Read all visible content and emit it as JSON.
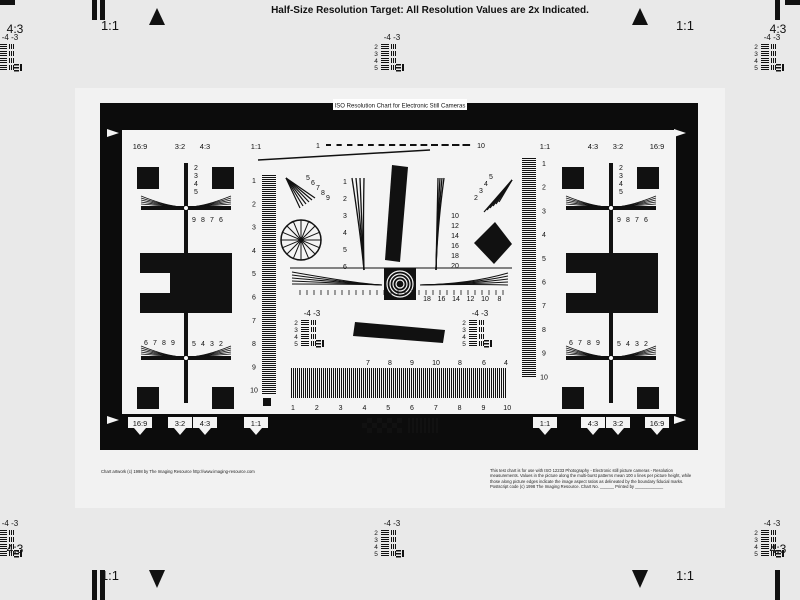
{
  "header_title": "Half-Size Resolution Target: All Resolution Values are 2x Indicated.",
  "ratios": {
    "one_to_one": "1:1",
    "four_three": "4:3",
    "three_two": "3:2",
    "sixteen_nine": "16:9"
  },
  "group_labels": {
    "top": "-4 -3",
    "rows": [
      "2",
      "3",
      "4",
      "5"
    ]
  },
  "chart_title": "ISO Resolution Chart for Electronic Still Cameras",
  "scales": {
    "top_scale": [
      "1",
      "10"
    ],
    "left_vertical": [
      "1",
      "2",
      "3",
      "4",
      "5",
      "6",
      "7",
      "8",
      "9",
      "10"
    ],
    "right_vertical": [
      "1",
      "2",
      "3",
      "4",
      "5",
      "6",
      "7",
      "8",
      "9",
      "10"
    ],
    "bottom_horizontal": [
      "1",
      "2",
      "3",
      "4",
      "5",
      "6",
      "7",
      "8",
      "9",
      "10"
    ],
    "middle_row": [
      "7",
      "8",
      "9",
      "10",
      "8",
      "6",
      "4"
    ],
    "center_left_vertical": [
      "1",
      "2",
      "3",
      "4",
      "5",
      "6"
    ],
    "center_right_vertical": [
      "10",
      "12",
      "14",
      "16",
      "18",
      "20"
    ],
    "center_horizontal": [
      "18",
      "16",
      "14",
      "12",
      "10",
      "8"
    ],
    "star_left": [
      "5",
      "6",
      "7",
      "8",
      "9"
    ],
    "star_right": [
      "2",
      "3",
      "4",
      "5"
    ],
    "cross_upper_a": [
      "2",
      "3",
      "4",
      "5"
    ],
    "cross_upper_b": [
      "9",
      "8",
      "7",
      "6"
    ],
    "cross_lower_a": [
      "6",
      "7",
      "8",
      "9"
    ],
    "cross_lower_b": [
      "5",
      "4",
      "3",
      "2"
    ]
  },
  "footer_left": "Chart artwork (c) 1998 by The Imaging Resource http://www.imaging-resource.com",
  "footer_right": "This test chart is for use with ISO 12233 Photography - Electronic still picture cameras - Resolution measurements. Values in the picture along the multi-burst patterns mean 100 x lines per picture height, while those along picture edges indicate the image aspect ratios as delineated by the boundary fiducial marks. Postscript code (c) 1998 The Imaging Resource. Chart No. ______ Printed by ____________"
}
